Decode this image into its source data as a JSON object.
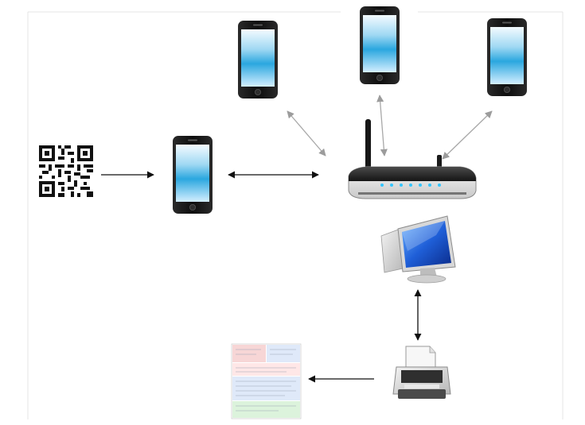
{
  "diagram": {
    "nodes": [
      {
        "id": "qr",
        "kind": "qr-code",
        "icon": "qr-code-icon"
      },
      {
        "id": "phone_main",
        "kind": "smartphone",
        "icon": "smartphone-icon"
      },
      {
        "id": "phone_1",
        "kind": "smartphone",
        "icon": "smartphone-icon"
      },
      {
        "id": "phone_2",
        "kind": "smartphone",
        "icon": "smartphone-icon"
      },
      {
        "id": "phone_3",
        "kind": "smartphone",
        "icon": "smartphone-icon"
      },
      {
        "id": "router",
        "kind": "wireless-router",
        "icon": "wifi-router-icon"
      },
      {
        "id": "computer",
        "kind": "desktop-computer",
        "icon": "desktop-computer-icon"
      },
      {
        "id": "printer",
        "kind": "printer",
        "icon": "printer-icon"
      },
      {
        "id": "document",
        "kind": "printed-form",
        "icon": "printed-form-icon"
      }
    ],
    "edges": [
      {
        "from": "qr",
        "to": "phone_main",
        "direction": "forward"
      },
      {
        "from": "phone_main",
        "to": "router",
        "direction": "both"
      },
      {
        "from": "phone_1",
        "to": "router",
        "direction": "both"
      },
      {
        "from": "phone_2",
        "to": "router",
        "direction": "both"
      },
      {
        "from": "phone_3",
        "to": "router",
        "direction": "both"
      },
      {
        "from": "computer",
        "to": "printer",
        "direction": "both"
      },
      {
        "from": "printer",
        "to": "document",
        "direction": "forward"
      }
    ],
    "colors": {
      "connector_dark": "#111111",
      "connector_light": "#a8a8a8",
      "phone_body": "#1b1b1b",
      "phone_screen_top": "#e9f7ff",
      "phone_screen_bottom": "#1fa3dc",
      "router_led": "#33c6ff",
      "monitor_screen": "#1e5fd6",
      "form_pink": "#f7d6d6",
      "form_blue": "#dfe9f9",
      "form_green": "#dcf3dc"
    }
  }
}
